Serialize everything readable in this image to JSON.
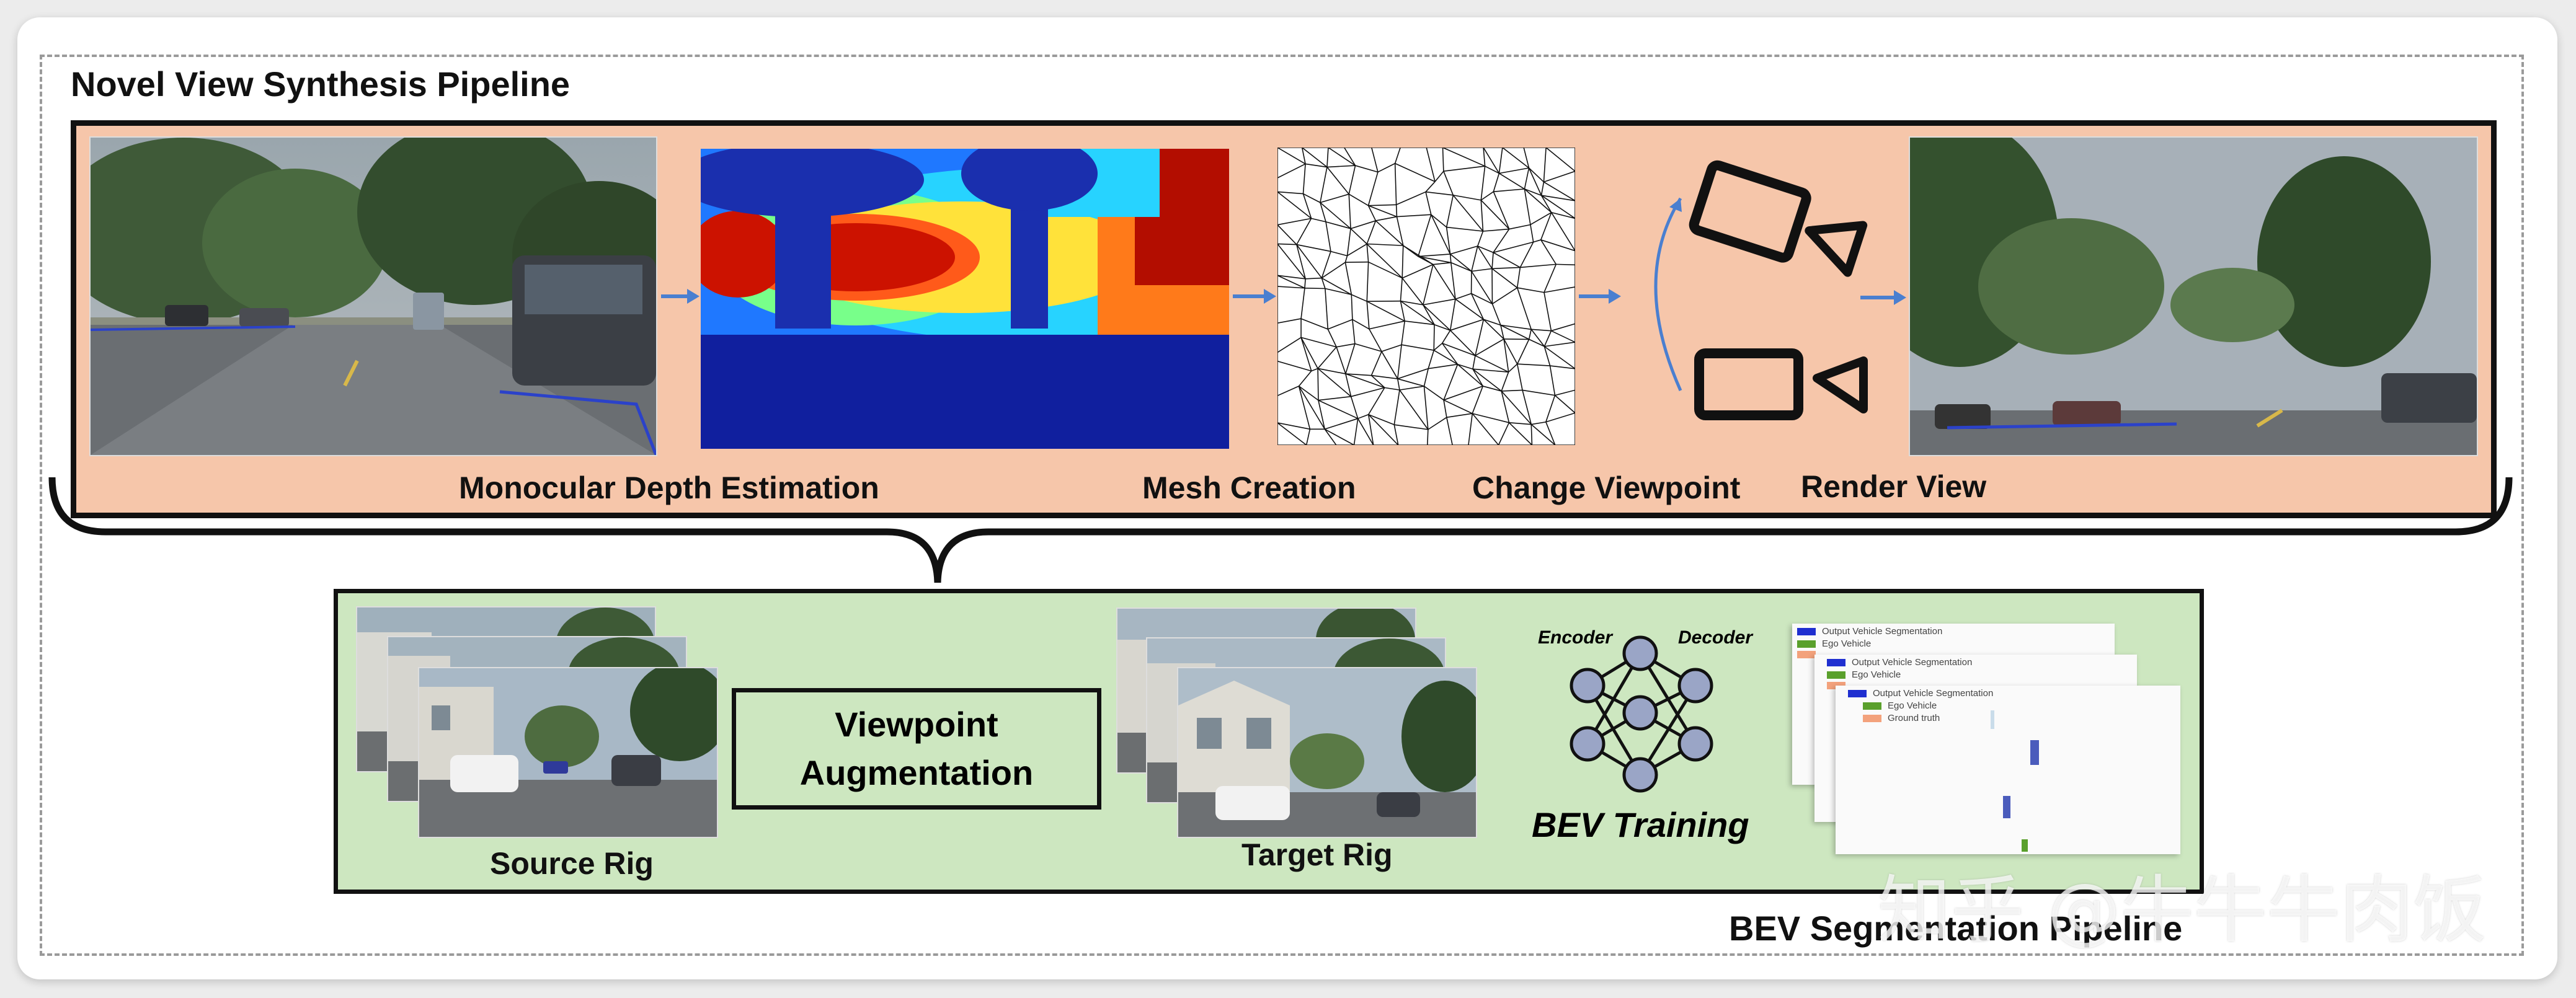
{
  "figure": {
    "nvs_title": "Novel View Synthesis Pipeline",
    "bev_title": "BEV Segmentation Pipeline",
    "nvs_steps": {
      "depth_label": "Monocular Depth Estimation",
      "mesh_label": "Mesh Creation",
      "viewpoint_label": "Change Viewpoint",
      "render_label": "Render View"
    },
    "bev_steps": {
      "source_label": "Source Rig",
      "augmentation_label": "Viewpoint\nAugmentation",
      "target_label": "Target Rig",
      "encoder_label": "Encoder",
      "decoder_label": "Decoder",
      "training_label": "BEV Training"
    },
    "legend": {
      "output_vehicle": "Output Vehicle Segmentation",
      "ego_vehicle": "Ego Vehicle",
      "ground_truth": "Ground truth"
    },
    "watermark": "知乎 @牛牛牛肉饭"
  },
  "colors": {
    "nvs_background": "#f6c6aa",
    "bev_background": "#cde7c0",
    "arrow": "#4a7fd0",
    "legend_output": "#1f2fd0",
    "legend_ego": "#5aa02c",
    "legend_gt": "#f3a27c"
  },
  "icons": [
    "camera-icon",
    "neural-network-icon",
    "arrow-icon",
    "brace-icon"
  ]
}
